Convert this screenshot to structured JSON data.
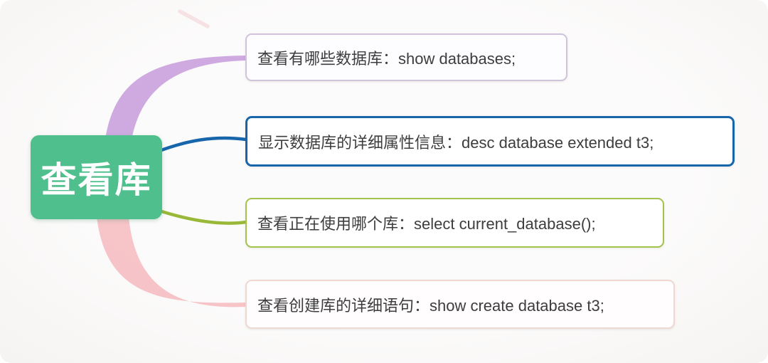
{
  "canvas": {
    "background_color": "#fafaf9",
    "text_color": "#3d3d3d",
    "stray_mark_color": "#f0c6ca"
  },
  "root": {
    "label": "查看库",
    "bg_color": "#4fbf8d",
    "text_color": "#ffffff"
  },
  "branches": [
    {
      "label": "查看有哪些数据库：show databases;",
      "border_color": "#cfc4dc",
      "line_color": "#c79edd"
    },
    {
      "label": "显示数据库的详细属性信息：desc database extended t3;",
      "border_color": "#1766ab",
      "line_color": "#1766ab"
    },
    {
      "label": "查看正在使用哪个库：select current_database();",
      "border_color": "#a2c34c",
      "line_color": "#9ab838"
    },
    {
      "label": "查看创建库的详细语句：show create database t3;",
      "border_color": "#f0d8d2",
      "line_color": "#f5b6bb"
    }
  ]
}
